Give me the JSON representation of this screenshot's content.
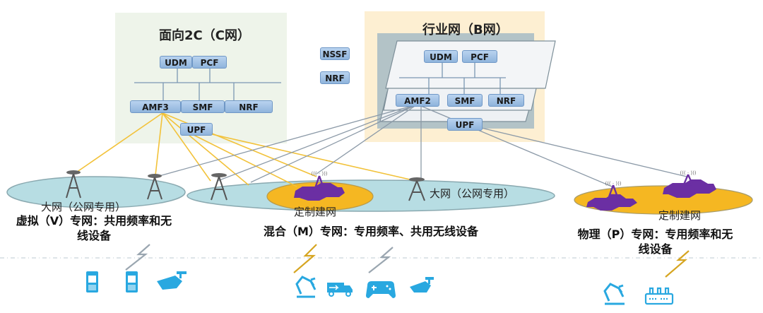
{
  "diagram": {
    "c_network": {
      "title": "面向2C（C网）",
      "top_row": [
        "UDM",
        "PCF"
      ],
      "bottom_row": [
        "AMF3",
        "SMF",
        "NRF"
      ],
      "upf": "UPF"
    },
    "shared": {
      "items": [
        "NSSF",
        "NRF"
      ]
    },
    "b_network": {
      "title": "行业网（B网）",
      "top_row": [
        "UDM",
        "PCF"
      ],
      "bottom_row": [
        "AMF2",
        "SMF",
        "NRF"
      ],
      "upf": "UPF"
    },
    "areas": {
      "public_left": "大网（公网专用）",
      "public_mid": "大网（公网专用）",
      "custom_mid": "定制建网",
      "custom_right": "定制建网"
    },
    "captions": {
      "virtual": [
        "虚拟（V）专网：共用频率和无",
        "线设备"
      ],
      "hybrid": "混合（M）专网：专用频率、共用无线设备",
      "physical": [
        "物理（P）专网：专用频率和无",
        "线设备"
      ]
    },
    "devices": {
      "virtual": [
        "mobile-phone",
        "mobile-phone",
        "surveillance-camera"
      ],
      "hybrid": [
        "robot-arm",
        "delivery-truck",
        "game-controller",
        "surveillance-camera"
      ],
      "physical": [
        "robot-arm",
        "router"
      ]
    },
    "colors": {
      "c_link": "#f2c23a",
      "b_link": "#8c9aa8",
      "public_area": "#b7dde3",
      "custom_area": "#f5b722",
      "custom_blob": "#6b2fa3",
      "device_blue": "#29a8e0",
      "nf_fill": "#a9c8ea"
    }
  }
}
